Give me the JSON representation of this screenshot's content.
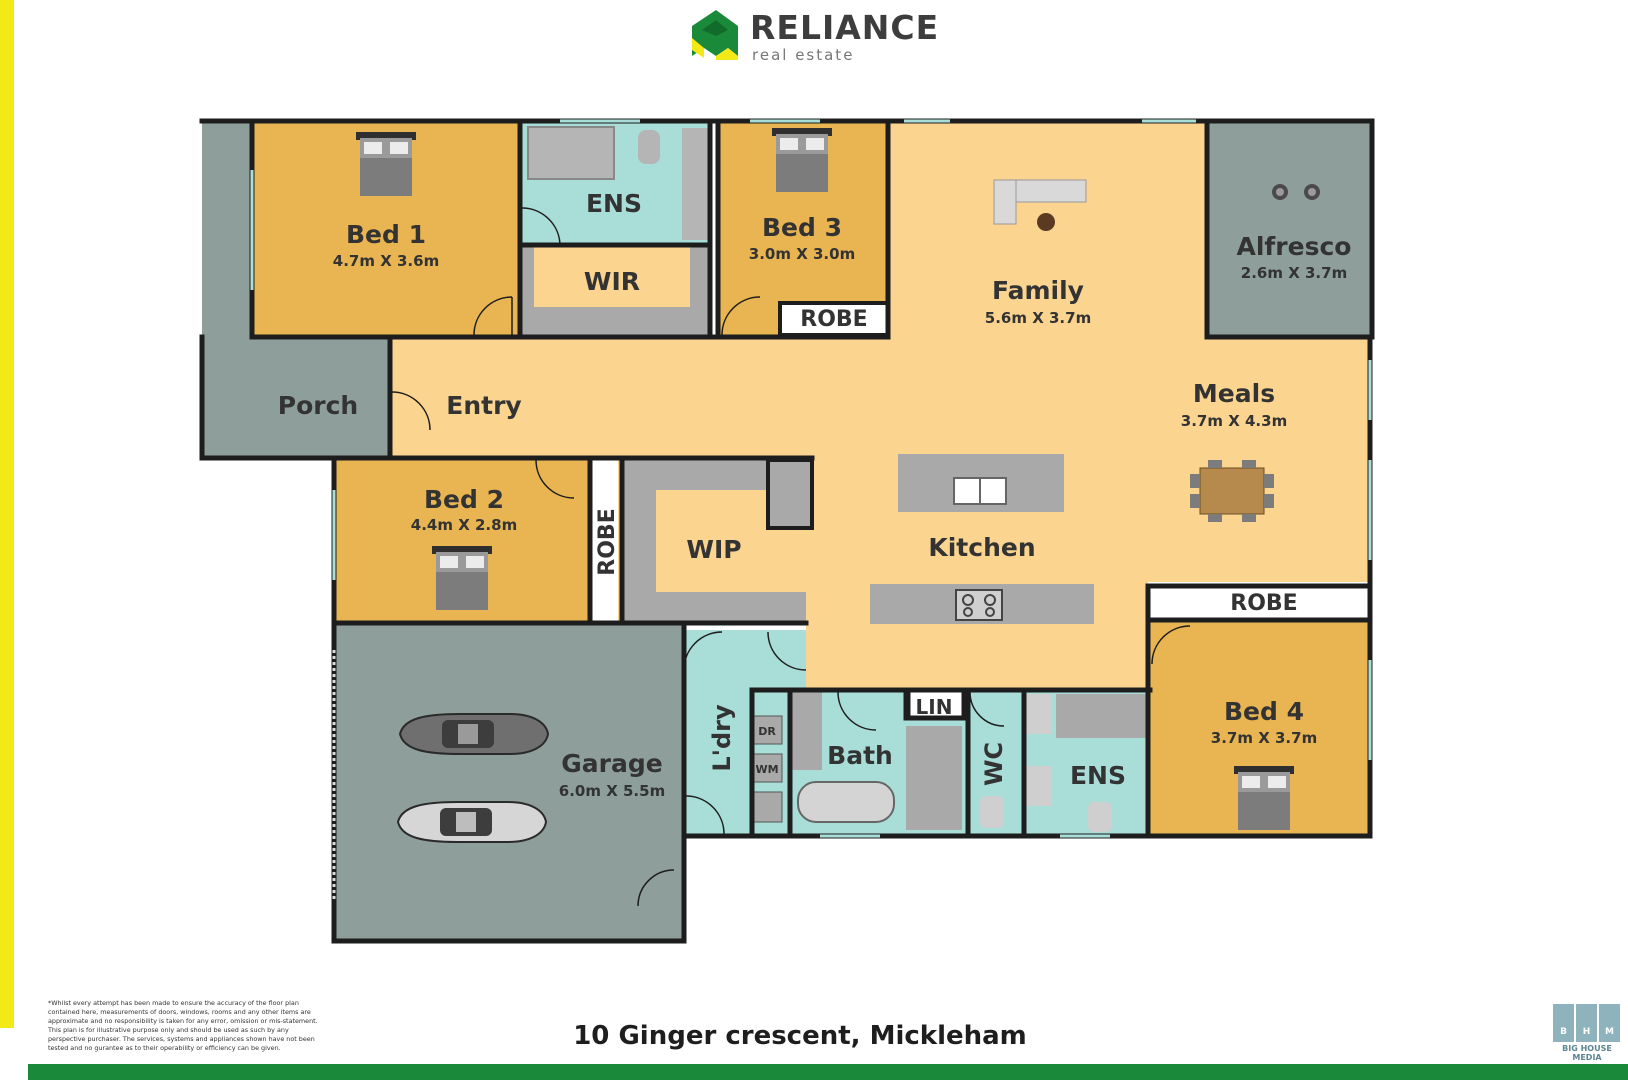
{
  "brand": {
    "name": "RELIANCE",
    "tagline": "real estate"
  },
  "address": "10 Ginger crescent, Mickleham",
  "disclaimer": "*Whilst every attempt has been made to ensure the accuracy of the floor plan contained here, measurements of doors, windows, rooms and any other items are approximate and no responsibility is taken for any error, omission or mis-statement. This plan is for illustrative purpose only and should be used as such by any perspective purchaser. The services, systems and appliances shown have not been tested and no gurantee as to their operability or efficiency can be given.",
  "credit": {
    "letters": [
      "B",
      "H",
      "M"
    ],
    "name": "BIG HOUSE MEDIA"
  },
  "colors": {
    "bedroom": "#e8b552",
    "living": "#fbd48f",
    "wet": "#a8ddd8",
    "outdoor": "#8e9e9a",
    "cabinet": "#a9a9a9",
    "wall": "#1d1d1d",
    "accent_yellow": "#f2e916",
    "accent_green": "#1a8a3a"
  },
  "rooms": {
    "bed1": {
      "name": "Bed 1",
      "dims": "4.7m X 3.6m"
    },
    "ens1": {
      "name": "ENS"
    },
    "wir": {
      "name": "WIR"
    },
    "bed3": {
      "name": "Bed 3",
      "dims": "3.0m X 3.0m"
    },
    "robe3": {
      "name": "ROBE"
    },
    "family": {
      "name": "Family",
      "dims": "5.6m X 3.7m"
    },
    "alfresco": {
      "name": "Alfresco",
      "dims": "2.6m X 3.7m"
    },
    "porch": {
      "name": "Porch"
    },
    "entry": {
      "name": "Entry"
    },
    "meals": {
      "name": "Meals",
      "dims": "3.7m X 4.3m"
    },
    "bed2": {
      "name": "Bed 2",
      "dims": "4.4m X 2.8m"
    },
    "robe2": {
      "name": "ROBE"
    },
    "wip": {
      "name": "WIP"
    },
    "kitchen": {
      "name": "Kitchen"
    },
    "robe4": {
      "name": "ROBE"
    },
    "bed4": {
      "name": "Bed 4",
      "dims": "3.7m X 3.7m"
    },
    "garage": {
      "name": "Garage",
      "dims": "6.0m X 5.5m"
    },
    "laundry": {
      "name": "L'dry"
    },
    "dryer": {
      "name": "DR"
    },
    "washer": {
      "name": "WM"
    },
    "bath": {
      "name": "Bath"
    },
    "linen": {
      "name": "LIN"
    },
    "wc": {
      "name": "WC"
    },
    "ens2": {
      "name": "ENS"
    }
  }
}
